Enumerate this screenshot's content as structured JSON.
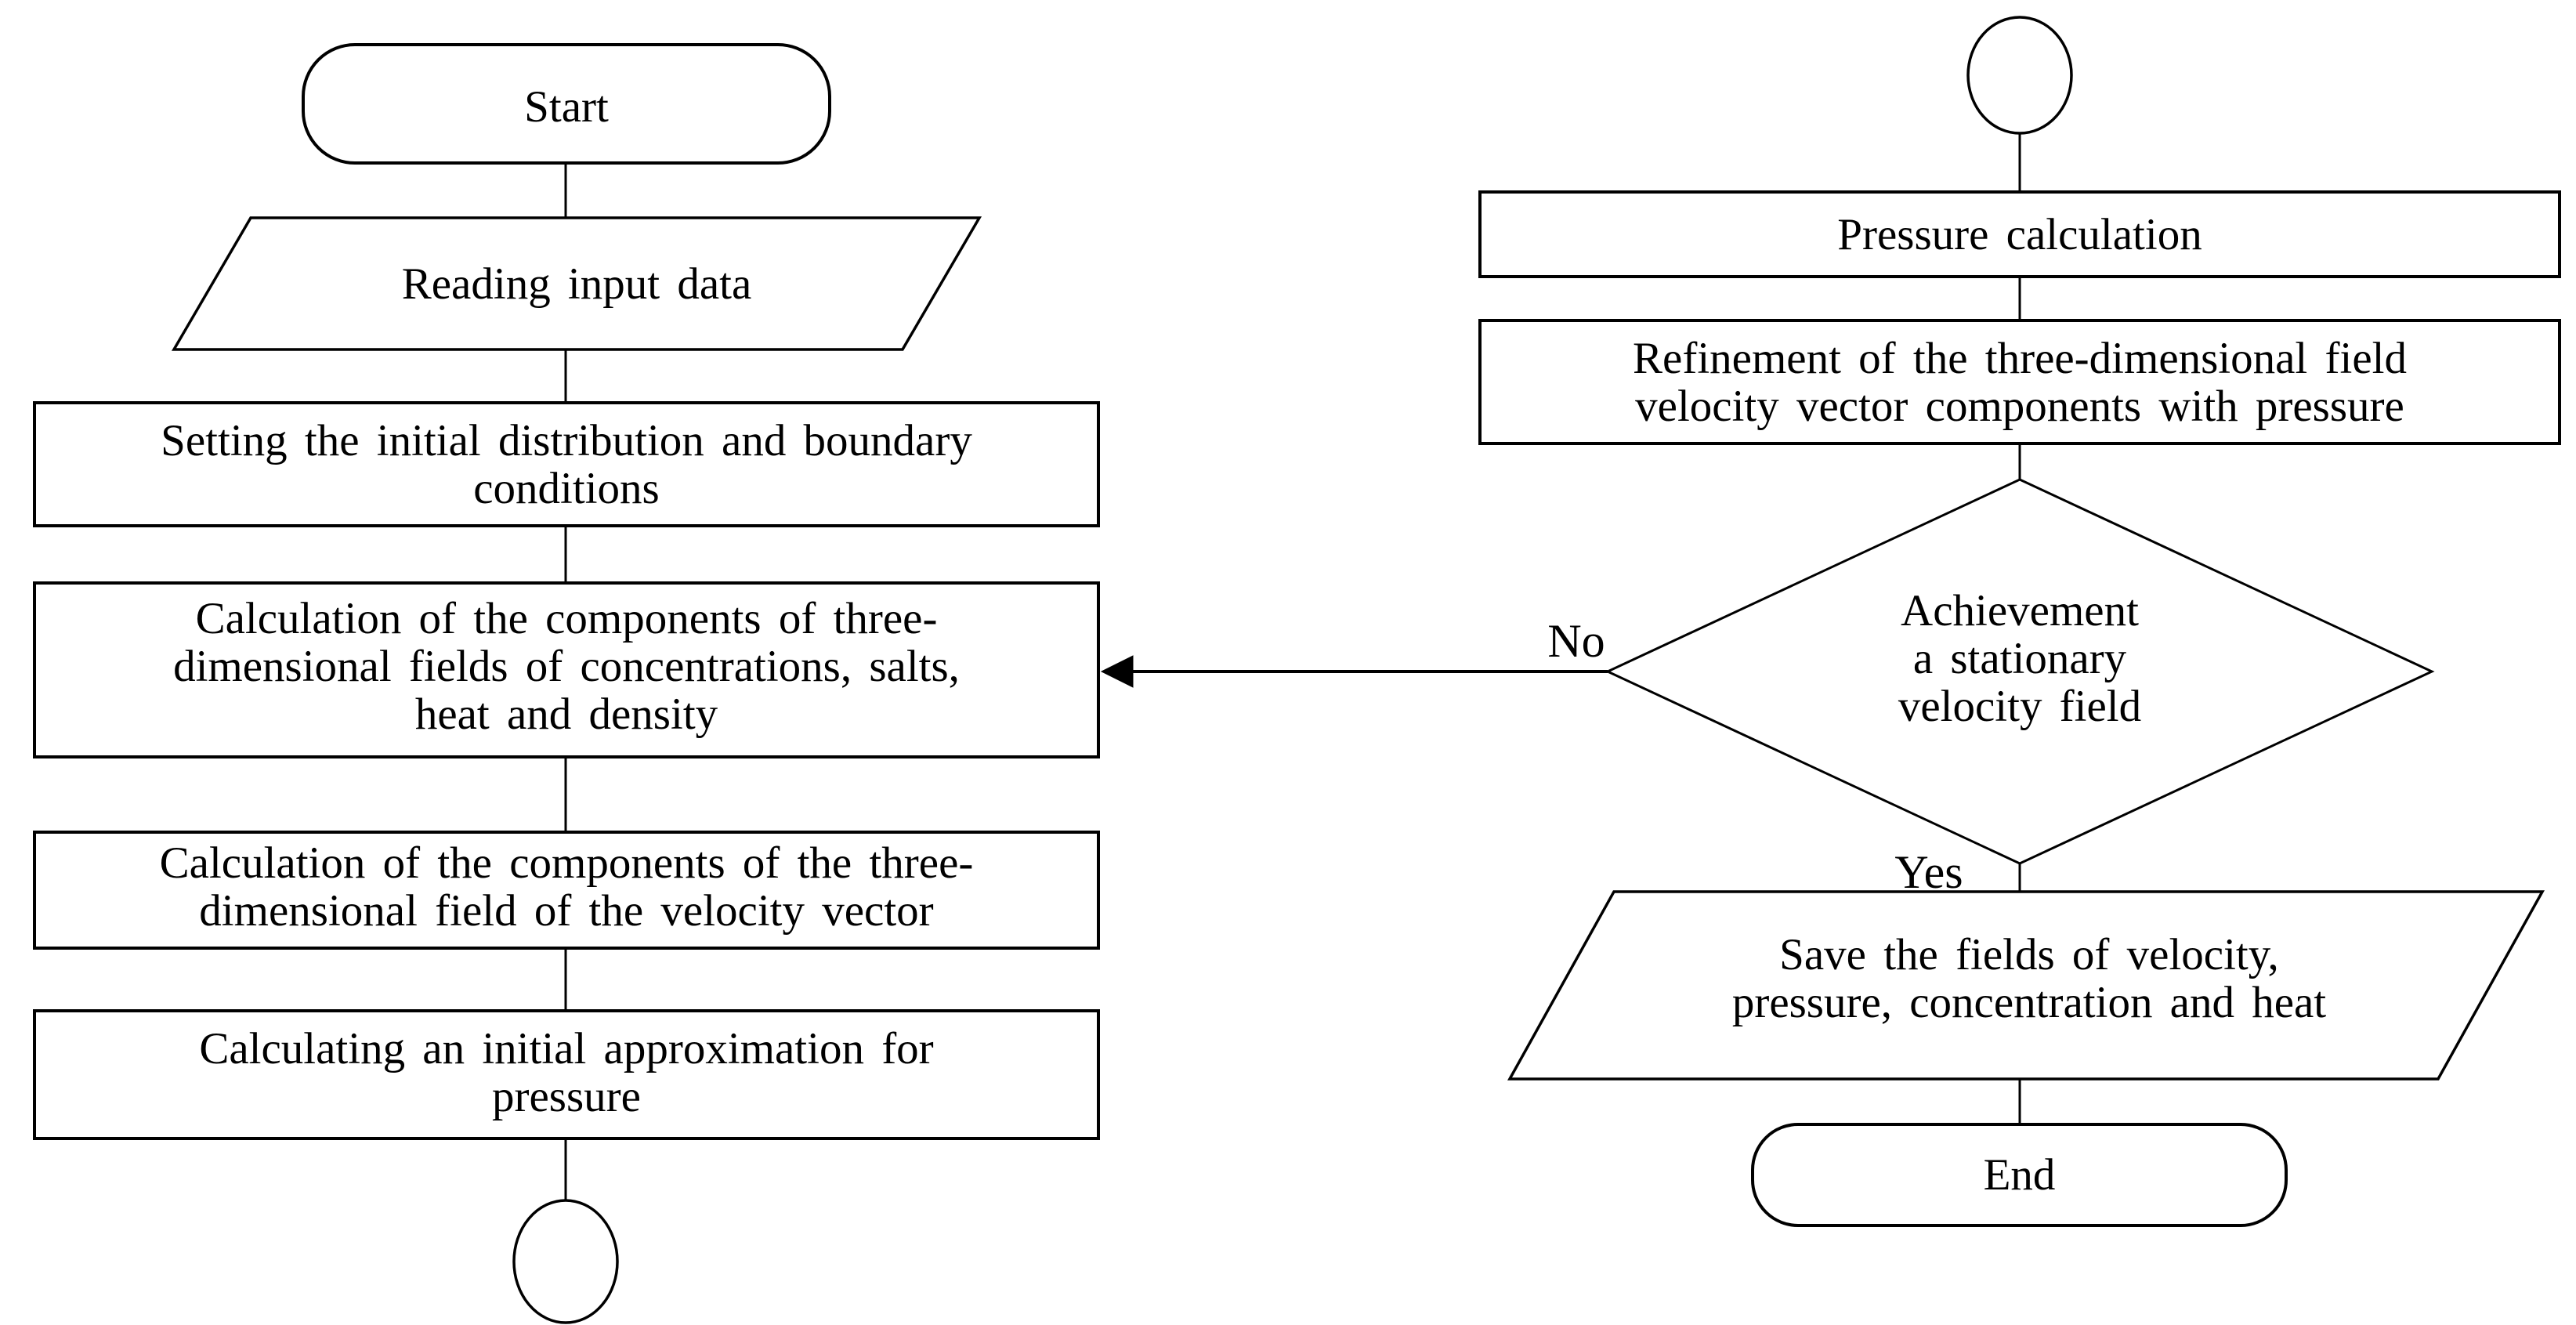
{
  "diagram": {
    "type": "flowchart",
    "colors": {
      "stroke": "#000000",
      "fill": "#ffffff",
      "text": "#000000"
    },
    "nodes": {
      "start": {
        "type": "terminator",
        "label": "Start"
      },
      "reading": {
        "type": "input-output",
        "label": "Reading input data"
      },
      "setting": {
        "type": "process",
        "label": "Setting the initial distribution and boundary\nconditions"
      },
      "calc_fields": {
        "type": "process",
        "label": "Calculation of the components of three-\ndimensional fields of concentrations, salts,\nheat and density"
      },
      "calc_velocity": {
        "type": "process",
        "label": "Calculation of the components of the three-\ndimensional field of the velocity vector"
      },
      "calc_pressure_approx": {
        "type": "process",
        "label": "Calculating an initial approximation for\npressure"
      },
      "connector_left": {
        "type": "connector",
        "label": ""
      },
      "connector_right": {
        "type": "connector",
        "label": ""
      },
      "pressure_calc": {
        "type": "process",
        "label": "Pressure calculation"
      },
      "refinement": {
        "type": "process",
        "label": "Refinement of the three-dimensional field\nvelocity vector components with pressure"
      },
      "decision": {
        "type": "decision",
        "label": "Achievement\na stationary\nvelocity field"
      },
      "save": {
        "type": "input-output",
        "label": "Save the fields of velocity,\npressure, concentration and heat"
      },
      "end": {
        "type": "terminator",
        "label": "End"
      }
    },
    "edge_labels": {
      "no": "No",
      "yes": "Yes"
    }
  }
}
